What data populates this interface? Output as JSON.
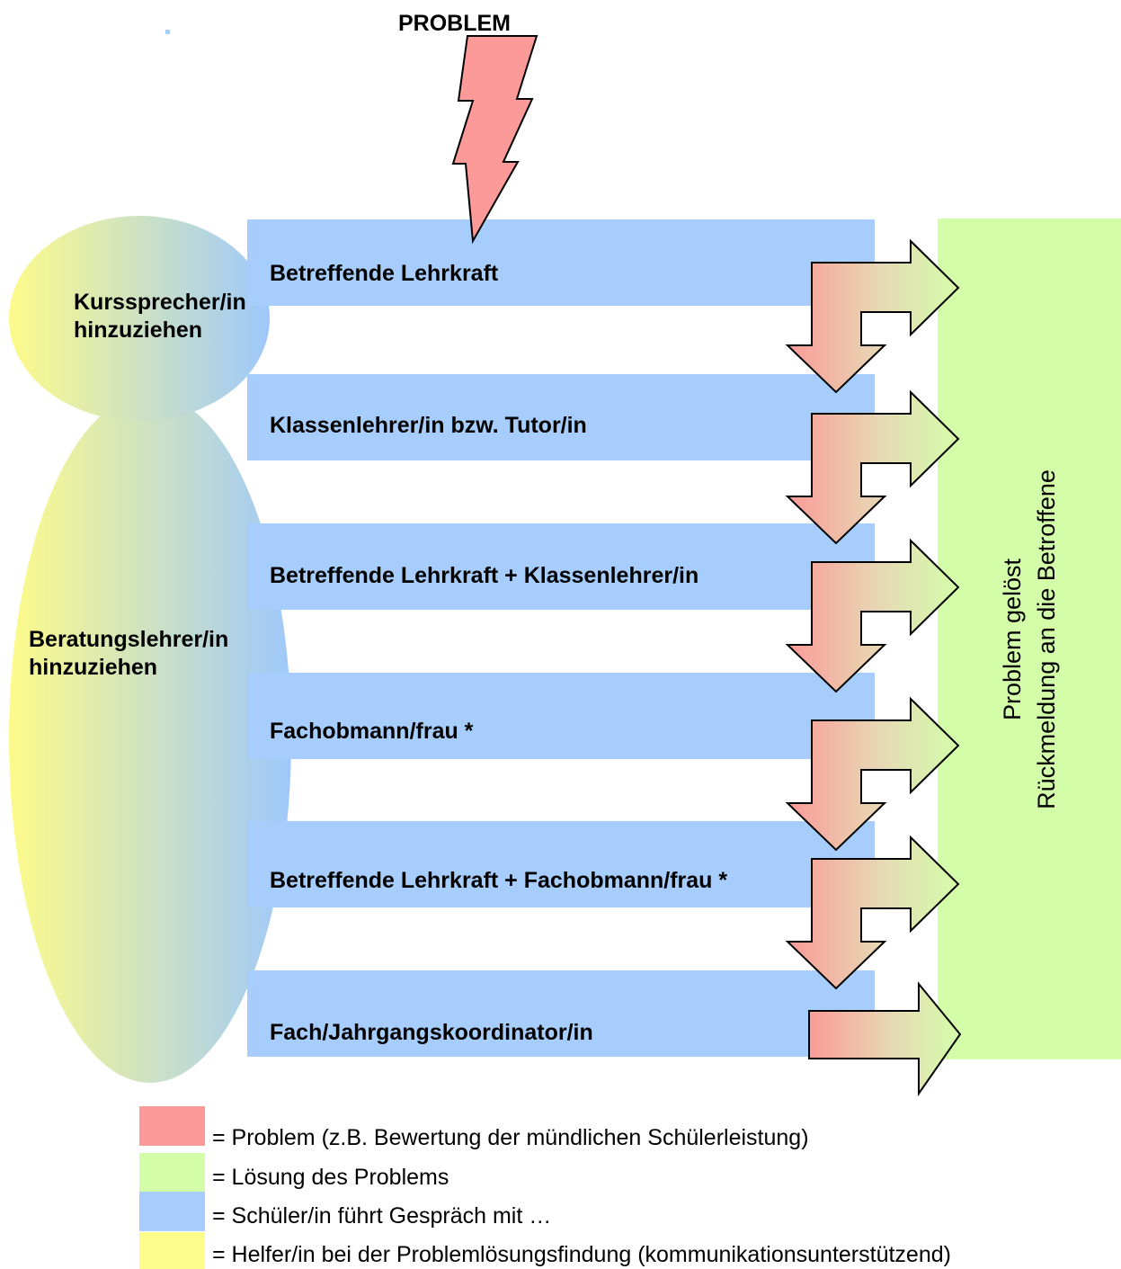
{
  "problem": {
    "label": "PROBLEM"
  },
  "helpers": {
    "kurssprecher": {
      "line1": "Kurssprecher/in",
      "line2": "hinzuziehen"
    },
    "beratungslehrer": {
      "line1": "Beratungslehrer/in",
      "line2": "hinzuziehen"
    }
  },
  "steps": [
    {
      "label": "Betreffende Lehrkraft"
    },
    {
      "label": "Klassenlehrer/in bzw. Tutor/in"
    },
    {
      "label": "Betreffende Lehrkraft + Klassenlehrer/in"
    },
    {
      "label": "Fachobmann/frau *"
    },
    {
      "label": "Betreffende Lehrkraft + Fachobmann/frau *"
    },
    {
      "label": "Fach/Jahrgangskoordinator/in"
    }
  ],
  "solution": {
    "line1": "Problem gelöst",
    "line2": "Rückmeldung an die Betroffene"
  },
  "legend": [
    {
      "text": "= Problem (z.B. Bewertung der mündlichen Schülerleistung)",
      "color": "#fb9a98"
    },
    {
      "text": "= Lösung des Problems",
      "color": "#d4fdaa"
    },
    {
      "text": "= Schüler/in führt Gespräch mit …",
      "color": "#a6cdfb"
    },
    {
      "text": "= Helfer/in bei der Problemlösungsfindung (kommunikationsunterstützend)",
      "color": "#fdfb8a"
    }
  ],
  "colors": {
    "problem": "#fb9a98",
    "solution": "#d4fdaa",
    "conversation": "#a6cdfb",
    "helper": "#fdfb8a"
  }
}
